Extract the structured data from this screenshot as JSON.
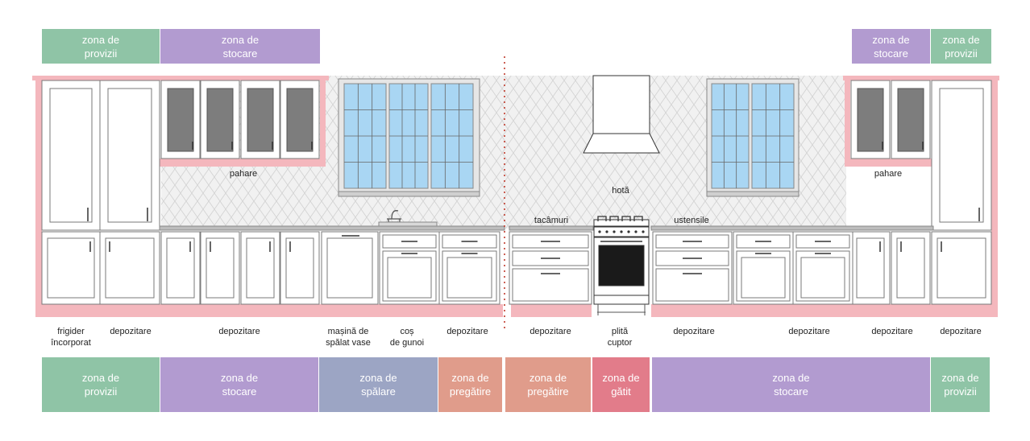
{
  "colors": {
    "provizii": "#8fc4a6",
    "stocare": "#b29bd0",
    "spalare": "#9ca5c4",
    "pregatire": "#e09c8b",
    "gatit": "#e27c8a",
    "plinth": "#f4b7bd",
    "glass": "#a9d6f3",
    "divider": "#c0392b"
  },
  "top_zones": {
    "left_provizii": "zona de\nprovizii",
    "left_stocare": "zona de\nstocare",
    "right_stocare": "zona de\nstocare",
    "right_provizii": "zona de\nprovizii"
  },
  "wall_labels": {
    "pahare_left": "pahare",
    "hota": "hotă",
    "pahare_right": "pahare",
    "tacamuri": "tacâmuri",
    "ustensile": "ustensile"
  },
  "bottom_labels": {
    "frigider": "frigider\nîncorporat",
    "depozitare_1": "depozitare",
    "depozitare_2": "depozitare",
    "masina": "mașină de\nspălat vase",
    "cos": "coș\nde gunoi",
    "depozitare_3": "depozitare",
    "depozitare_4": "depozitare",
    "plita": "plită\ncuptor",
    "depozitare_5": "depozitare",
    "depozitare_6": "depozitare",
    "depozitare_7": "depozitare",
    "depozitare_8": "depozitare"
  },
  "bottom_zones": {
    "provizii_left": "zona de\nprovizii",
    "stocare_left": "zona de\nstocare",
    "spalare": "zona de\nspălare",
    "pregatire_left": "zona de\npregătire",
    "pregatire_right": "zona de\npregătire",
    "gatit": "zona de\ngătit",
    "stocare_right": "zona de\nstocare",
    "provizii_right": "zona de\nprovizii"
  }
}
